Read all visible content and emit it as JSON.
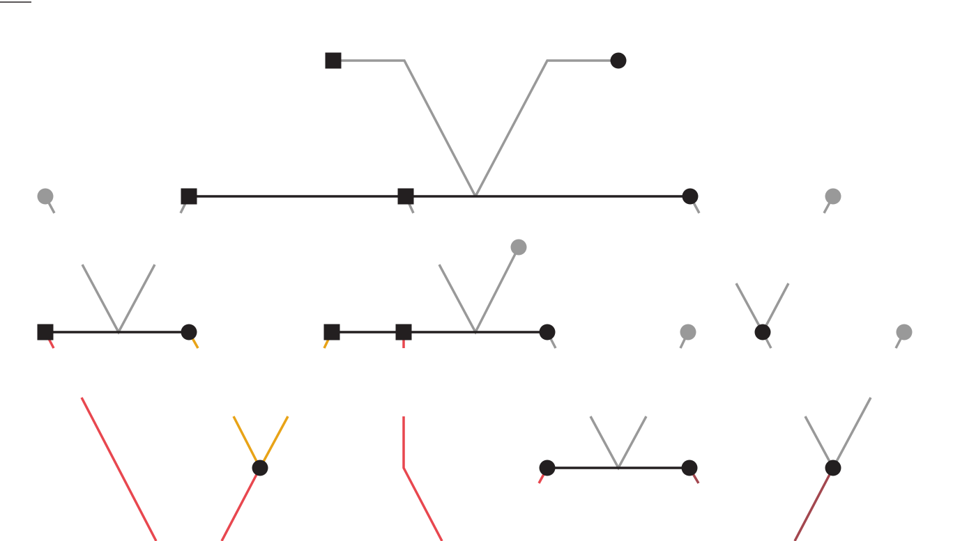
{
  "colors": {
    "background": "#ffffff",
    "partnership": "#231f20",
    "lineage_grey": "#999999",
    "lineage_red": "#e8474f",
    "lineage_orange": "#e8a317",
    "lineage_maroon": "#a3474f",
    "node_fill": "#231f20",
    "node_grey": "#999999"
  },
  "legend": {
    "square": "male",
    "circle": "female"
  },
  "generations": 4
}
